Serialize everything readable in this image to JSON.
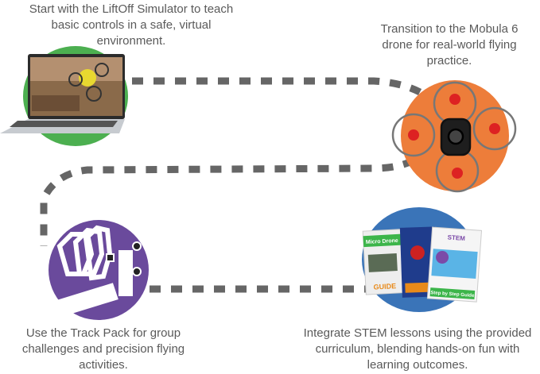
{
  "steps": [
    {
      "text": "Start with the LiftOff Simulator to teach basic controls in a safe, virtual environment.",
      "color": "#4caf50",
      "icon": "laptop-simulator"
    },
    {
      "text": "Transition to the Mobula 6 drone for real-world flying practice.",
      "color": "#ed7d3a",
      "icon": "drone"
    },
    {
      "text": "Use the Track Pack for group challenges and precision flying activities.",
      "color": "#6a4a9c",
      "icon": "track-pack"
    },
    {
      "text": "Integrate STEM lessons using the provided curriculum, blending hands-on fun with learning outcomes.",
      "color": "#3a74b8",
      "icon": "curriculum-books"
    }
  ],
  "books": {
    "title": "Micro Drone",
    "guide": "GUIDE",
    "step_guide": "Step by Step Guide",
    "stem": "STEM"
  }
}
